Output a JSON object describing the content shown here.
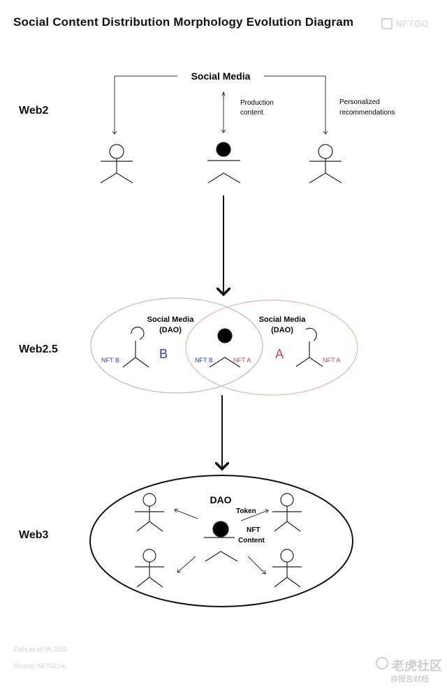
{
  "title": "Social Content Distribution Morphology Evolution Diagram",
  "brand": "NFTGO",
  "web2": {
    "label": "Web2",
    "social_media": "Social Media",
    "production_content": [
      "Production",
      "content"
    ],
    "personalized_recommendations": [
      "Personalized",
      "recommendations"
    ]
  },
  "web25": {
    "label": "Web2.5",
    "left_circle_title": [
      "Social Media",
      "(DAO)"
    ],
    "right_circle_title": [
      "Social Media",
      "(DAO)"
    ],
    "letter_b": "B",
    "letter_a": "A",
    "nft_b_left": "NFT B",
    "nft_b_center": "NFT B",
    "nft_a_center": "NFT A",
    "nft_a_right": "NFT A"
  },
  "web3": {
    "label": "Web3",
    "dao": "DAO",
    "token": "Token",
    "nft": "NFT",
    "content": "Content"
  },
  "footer": {
    "date": "Data as of 05.2022",
    "source": "Source: NFTGO.io"
  },
  "watermark": {
    "line1": "老虎社区",
    "line2": "@报告财经"
  },
  "colors": {
    "text": "#111111",
    "line": "#222222",
    "circle_left": "#b9b9cc",
    "circle_right": "#e2b6b6",
    "accent_b": "#2b3fbf",
    "accent_a": "#d24545",
    "watermark": "#cfcfcf"
  }
}
